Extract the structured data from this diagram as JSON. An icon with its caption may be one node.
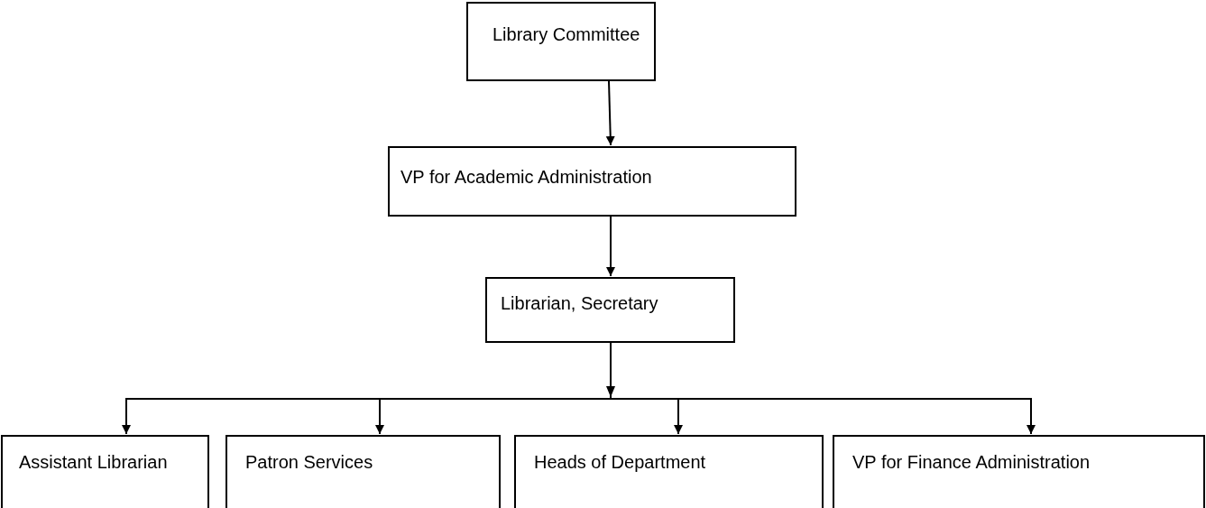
{
  "diagram": {
    "nodes": [
      {
        "text": [
          "Library Committee"
        ]
      },
      {
        "text": [
          "VP for Academic Administration"
        ]
      },
      {
        "text": [
          "Librarian, Secretary"
        ]
      },
      {
        "text": [
          "Assistant Librarian"
        ]
      },
      {
        "text": [
          "Patron Services"
        ]
      },
      {
        "text": [
          "Heads of Department"
        ]
      },
      {
        "text": [
          "VP for Finance Administration"
        ]
      }
    ],
    "edges": [
      {
        "from": 0,
        "to": 1,
        "arrow": "to"
      },
      {
        "from": 1,
        "to": 2,
        "arrow": "to"
      },
      {
        "from": 2,
        "to": 3,
        "arrow": "to"
      },
      {
        "from": 2,
        "to": 4,
        "arrow": "to"
      },
      {
        "from": 2,
        "to": 5,
        "arrow": "to"
      },
      {
        "from": 2,
        "to": 6,
        "arrow": "to"
      }
    ]
  }
}
